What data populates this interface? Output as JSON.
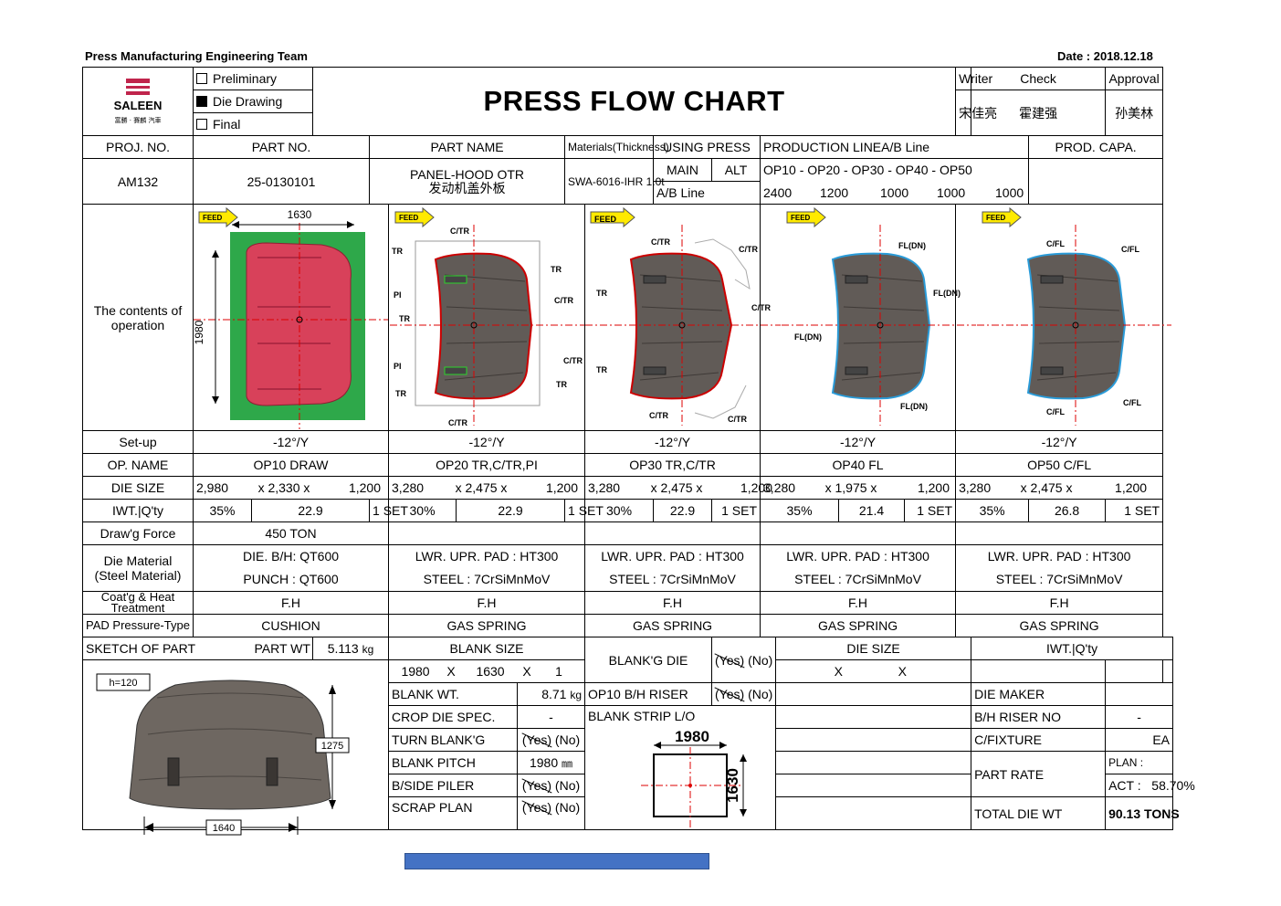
{
  "header": {
    "team": "Press Manufacturing Engineering Team",
    "date": "Date : 2018.12.18",
    "title": "PRESS FLOW CHART"
  },
  "logo": {
    "name": "SALEEN",
    "sub": "富勝 · 賽麟 汽車"
  },
  "stage": {
    "preliminary": "Preliminary",
    "die_drawing": "Die Drawing",
    "final": "Final",
    "selected": "Die Drawing"
  },
  "approval": {
    "writer_label": "Writer",
    "check_label": "Check",
    "approval_label": "Approval",
    "writer": "宋佳亮",
    "check": "霍建强",
    "approval": "孙美林"
  },
  "info": {
    "proj_label": "PROJ.  NO.",
    "part_no_label": "PART NO.",
    "part_name_label": "PART NAME",
    "materials_label": "Materials(Thickness)",
    "using_press_label": "USING PRESS",
    "production_line_label": "PRODUCTION LINE",
    "production_line": "A/B Line",
    "prod_capa_label": "PROD. CAPA.",
    "proj": "AM132",
    "part_no": "25-0130101",
    "part_name": "PANEL-HOOD OTR",
    "part_name_cn": "发动机盖外板",
    "material": "SWA-6016-IHR 1.0t",
    "main_label": "MAIN",
    "alt_label": "ALT",
    "main_line": "A/B Line",
    "ops_line": "OP10   -   OP20   -   OP30   -   OP40   -   OP50",
    "spm": [
      "2400",
      "1200",
      "1000",
      "1000",
      "1000"
    ]
  },
  "contents_label": "The contents of operation",
  "op10_drawing": {
    "width": "1630",
    "height": "1980",
    "feed": "FEED"
  },
  "op20_drawing": {
    "labels": [
      "C/TR",
      "TR",
      "TR",
      "C/TR",
      "PI",
      "TR",
      "PI",
      "TR",
      "C/TR",
      "TR",
      "C/TR"
    ],
    "feed": "FEED"
  },
  "op30_drawing": {
    "labels": [
      "C/TR",
      "C/TR",
      "TR",
      "C/TR",
      "TR",
      "C/TR",
      "C/TR"
    ],
    "feed": "FEED"
  },
  "op40_drawing": {
    "labels": [
      "FL(DN)",
      "FL(DN)",
      "FL(DN)",
      "FL(DN)"
    ],
    "feed": "FEED"
  },
  "op50_drawing": {
    "labels": [
      "C/FL",
      "C/FL",
      "C/FL",
      "C/FL"
    ],
    "feed": "FEED"
  },
  "rows": {
    "setup_label": "Set-up",
    "opname_label": "OP. NAME",
    "diesize_label": "DIE SIZE",
    "iwt_label": "IWT.|Q'ty",
    "force_label": "Draw'g Force",
    "material_label": "Die Material",
    "material_label2": "(Steel Material)",
    "coat_label": "Coat'g & Heat Treatment",
    "pad_label": "PAD Pressure-Type"
  },
  "ops": [
    {
      "setup": "-12°/Y",
      "name": "OP10 DRAW",
      "d1": "2,980",
      "d2": "x  2,330  x",
      "d3": "1,200",
      "iwt": "35%",
      "wt": "22.9",
      "qty": "1 SET",
      "force": "450 TON",
      "mat1": "DIE. B/H:  QT600",
      "mat2": "PUNCH : QT600",
      "coat": "F.H",
      "pad": "CUSHION"
    },
    {
      "setup": "-12°/Y",
      "name": "OP20 TR,C/TR,PI",
      "d1": "3,280",
      "d2": "x  2,475  x",
      "d3": "1,200",
      "iwt": "30%",
      "wt": "22.9",
      "qty": "1 SET",
      "force": "",
      "mat1": "LWR. UPR. PAD : HT300",
      "mat2": "STEEL : 7CrSiMnMoV",
      "coat": "F.H",
      "pad": "GAS SPRING"
    },
    {
      "setup": "-12°/Y",
      "name": "OP30 TR,C/TR",
      "d1": "3,280",
      "d2": "x  2,475  x",
      "d3": "1,200",
      "iwt": "30%",
      "wt": "22.9",
      "qty": "1 SET",
      "force": "",
      "mat1": "LWR. UPR. PAD : HT300",
      "mat2": "STEEL : 7CrSiMnMoV",
      "coat": "F.H",
      "pad": "GAS SPRING"
    },
    {
      "setup": "-12°/Y",
      "name": "OP40  FL",
      "d1": "3,280",
      "d2": "x  1,975  x",
      "d3": "1,200",
      "iwt": "35%",
      "wt": "21.4",
      "qty": "1 SET",
      "force": "",
      "mat1": "LWR. UPR. PAD : HT300",
      "mat2": "STEEL : 7CrSiMnMoV",
      "coat": "F.H",
      "pad": "GAS SPRING"
    },
    {
      "setup": "-12°/Y",
      "name": "OP50  C/FL",
      "d1": "3,280",
      "d2": "x  2,475  x",
      "d3": "1,200",
      "iwt": "35%",
      "wt": "26.8",
      "qty": "1 SET",
      "force": "",
      "mat1": "LWR. UPR. PAD : HT300",
      "mat2": "STEEL : 7CrSiMnMoV",
      "coat": "F.H",
      "pad": "GAS SPRING"
    }
  ],
  "bottom": {
    "sketch_label": "SKETCH OF PART",
    "part_wt_label": "PART WT",
    "part_wt": "5.113",
    "kg": "kg",
    "h_label": "h=120",
    "dim_1275": "1275",
    "dim_1640": "1640",
    "blank_size_label": "BLANK SIZE",
    "blank_w": "1980",
    "x1": "X",
    "blank_h": "1630",
    "x2": "X",
    "blank_n": "1",
    "blank_wt_label": "BLANK WT.",
    "blank_wt": "8.71",
    "crop_label": "CROP DIE SPEC.",
    "crop": "-",
    "turn_label": "TURN BLANK'G",
    "pitch_label": "BLANK PITCH",
    "pitch": "1980",
    "mm": "㎜",
    "side_label": "B/SIDE PILER",
    "scrap_label": "SCRAP PLAN",
    "yes": "(Yes)",
    "no": "(No)",
    "blankg_die_label": "BLANK'G DIE",
    "riser_label": "OP10 B/H RISER",
    "strip_label": "BLANK STRIP L/O",
    "strip_w": "1980",
    "strip_h": "1630",
    "die_size_label": "DIE SIZE",
    "die_x1": "X",
    "die_x2": "X",
    "iwt_label": "IWT.|Q'ty",
    "die_maker_label": "DIE MAKER",
    "bh_riser_label": "B/H RISER NO",
    "bh_riser": "-",
    "cfixture_label": "C/FIXTURE",
    "cfixture": "EA",
    "part_rate_label": "PART RATE",
    "plan_label": "PLAN :",
    "act_label": "ACT :",
    "act": "58.70%",
    "total_label": "TOTAL DIE WT",
    "total": "90.13 TONS"
  }
}
